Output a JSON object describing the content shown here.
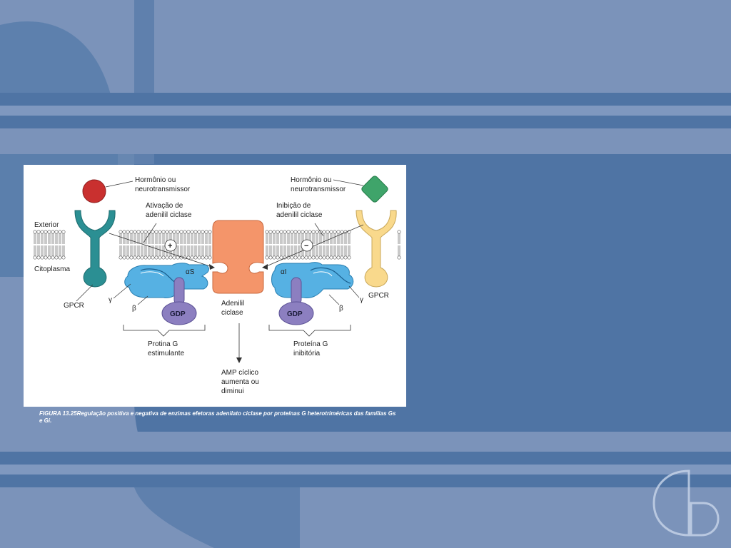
{
  "slide": {
    "caption": "FIGURA 13.25Regulação positiva e negativa de enzimas efetoras adenilato ciclase por proteínas G heterotriméricas das famílias Gs e Gi."
  },
  "colors": {
    "background": "#7b93ba",
    "band_dark": "#4f74a4",
    "band_light": "#6f89b4",
    "gpcr_left": "#2b8f93",
    "gpcr_right": "#f9d98c",
    "hormone_left": "#c9302f",
    "hormone_right": "#3fa46a",
    "adenylyl_cyclase": "#f4956a",
    "g_protein": "#56b1e3",
    "gdp": "#8c7fc0"
  },
  "diagram": {
    "hormone_left": "Hormônio ou\nneurotransmissor",
    "hormone_right": "Hormônio ou\nneurotransmissor",
    "activation": "Ativação de\nadenilil ciclase",
    "inhibition": "Inibição de\nadenilil ciclase",
    "exterior": "Exterior",
    "cytoplasm": "Citoplasma",
    "gpcr_left": "GPCR",
    "gpcr_right": "GPCR",
    "gamma_left": "γ",
    "beta_left": "β",
    "alpha_s": "αS",
    "gdp_left": "GDP",
    "gamma_right": "γ",
    "beta_right": "β",
    "alpha_i": "αI",
    "gdp_right": "GDP",
    "plus": "+",
    "minus": "−",
    "adenylyl": "Adenilil\nciclase",
    "gs": "Protina G\nestimulante",
    "gi": "Proteína G\ninibitória",
    "camp": "AMP cíclico\naumenta ou\ndiminui"
  }
}
